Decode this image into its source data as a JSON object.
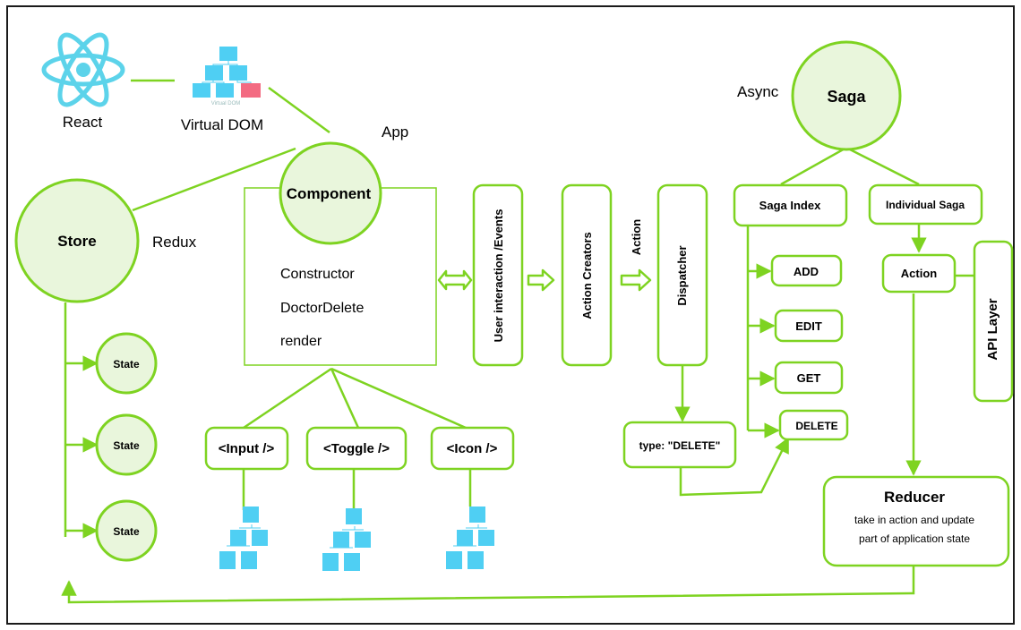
{
  "colors": {
    "line": "#7ed321",
    "fill": "#e9f6dc",
    "react": "#5cd3ea",
    "dom_block": "#4fcff3",
    "dom_highlight": "#f36b82",
    "frame": "#1a1a1a"
  },
  "react": {
    "icon": "react-atom-icon",
    "label": "React"
  },
  "vdom": {
    "icon": "virtual-dom-tree-icon",
    "caption": "Virtual DOM",
    "label": "Virtual DOM"
  },
  "app_label": "App",
  "component": {
    "title": "Component",
    "methods": [
      "Constructor",
      "DoctorDelete",
      "render"
    ]
  },
  "store": {
    "title": "Store",
    "label": "Redux"
  },
  "states": [
    "State",
    "State",
    "State"
  ],
  "children": [
    "<Input />",
    "<Toggle />",
    "<Icon />"
  ],
  "flow": {
    "user_events": "User interaction /Events",
    "action_creators": "Action Creators",
    "action_label": "Action",
    "dispatcher": "Dispatcher"
  },
  "action_type": "type: \"DELETE\"",
  "saga": {
    "title": "Saga",
    "async_label": "Async",
    "index": "Saga Index",
    "individual": "Individual Saga",
    "operations": [
      "ADD",
      "EDIT",
      "GET",
      "DELETE"
    ],
    "action": "Action",
    "api_layer": "API Layer"
  },
  "reducer": {
    "title": "Reducer",
    "line1": "take in action and update",
    "line2": "part of application state"
  }
}
